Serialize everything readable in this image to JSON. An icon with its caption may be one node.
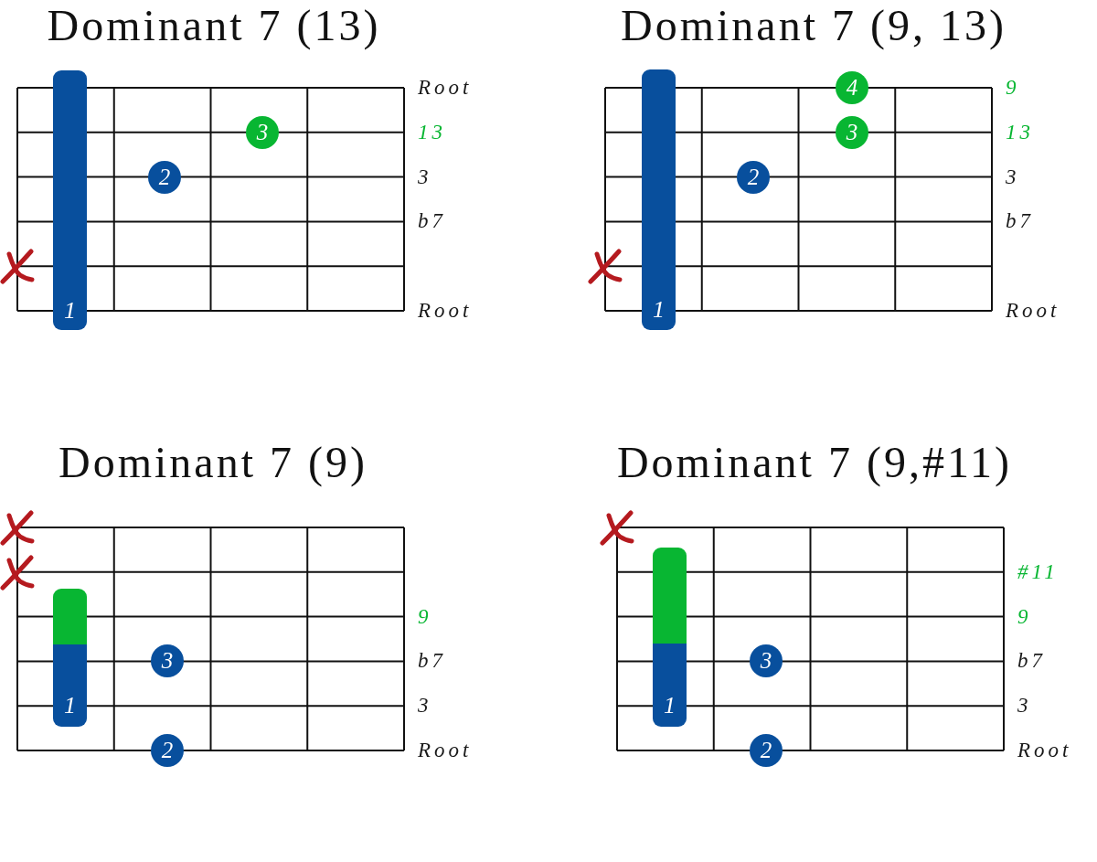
{
  "diagram": {
    "nodes": [
      {
        "text": [
          "Dominant 7 (13)"
        ],
        "beside": [
          "Root",
          "13",
          "3",
          "b7",
          "Root"
        ]
      },
      {
        "text": [
          "1"
        ],
        "in": 0
      },
      {
        "text": [
          "2"
        ],
        "in": 0
      },
      {
        "text": [
          "3"
        ],
        "in": 0
      },
      {
        "text": [
          "Dominant 7 (9, 13)"
        ],
        "beside": [
          "9",
          "13",
          "3",
          "b7",
          "Root"
        ]
      },
      {
        "text": [
          "1"
        ],
        "in": 4
      },
      {
        "text": [
          "2"
        ],
        "in": 4
      },
      {
        "text": [
          "4"
        ],
        "in": 4
      },
      {
        "text": [
          "3"
        ],
        "in": 4
      },
      {
        "text": [
          "Dominant 7 (9)"
        ],
        "beside": [
          "9",
          "b7",
          "3",
          "Root"
        ]
      },
      {
        "text": [],
        "shape": "bar",
        "in": 9
      },
      {
        "text": [
          "1"
        ],
        "in": 9
      },
      {
        "text": [
          "3"
        ],
        "in": 9
      },
      {
        "text": [
          "2"
        ],
        "in": 9
      },
      {
        "text": [
          "Dominant 7 (9,#11)"
        ],
        "beside": [
          "#11",
          "9",
          "b7",
          "3",
          "Root"
        ]
      },
      {
        "text": [],
        "shape": "bar",
        "in": 14
      },
      {
        "text": [
          "1"
        ],
        "in": 14
      },
      {
        "text": [
          "3"
        ],
        "in": 14
      },
      {
        "text": [
          "2"
        ],
        "in": 14
      }
    ]
  }
}
